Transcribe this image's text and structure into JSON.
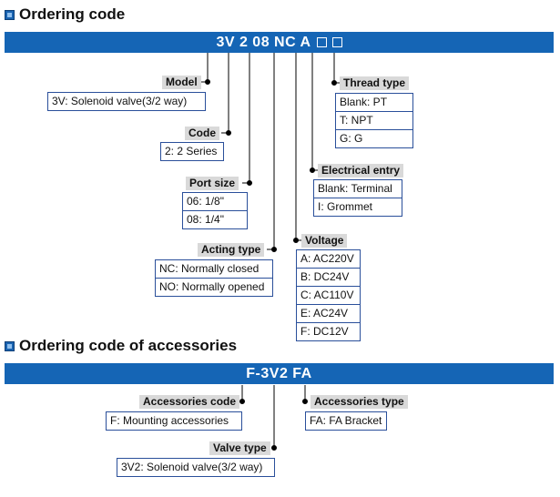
{
  "sections": [
    {
      "title": "Ordering code",
      "code_parts": [
        "3V 2 08 NC A"
      ],
      "fields": [
        {
          "label": "Model",
          "options": [
            "3V: Solenoid valve(3/2 way)"
          ]
        },
        {
          "label": "Code",
          "options": [
            "2: 2 Series"
          ]
        },
        {
          "label": "Port size",
          "options": [
            "06: 1/8\"",
            "08: 1/4\""
          ]
        },
        {
          "label": "Acting type",
          "options": [
            "NC: Normally closed",
            "NO: Normally opened"
          ]
        },
        {
          "label": "Voltage",
          "options": [
            "A: AC220V",
            "B: DC24V",
            "C: AC110V",
            "E: AC24V",
            "F: DC12V"
          ]
        },
        {
          "label": "Electrical entry",
          "options": [
            "Blank: Terminal",
            "I: Grommet"
          ]
        },
        {
          "label": "Thread type",
          "options": [
            "Blank: PT",
            "T: NPT",
            "G: G"
          ]
        }
      ]
    },
    {
      "title": "Ordering code of accessories",
      "code": "F-3V2 FA",
      "fields": [
        {
          "label": "Accessories code",
          "options": [
            "F: Mounting accessories"
          ]
        },
        {
          "label": "Accessories type",
          "options": [
            "FA: FA Bracket"
          ]
        },
        {
          "label": "Valve type",
          "options": [
            "3V2: Solenoid valve(3/2 way)"
          ]
        }
      ]
    }
  ],
  "colors": {
    "bar": "#1565b5",
    "label_bg": "#d9d9d9",
    "box_border": "#2a4f9a"
  },
  "icons": [
    "square-bullet-icon"
  ]
}
